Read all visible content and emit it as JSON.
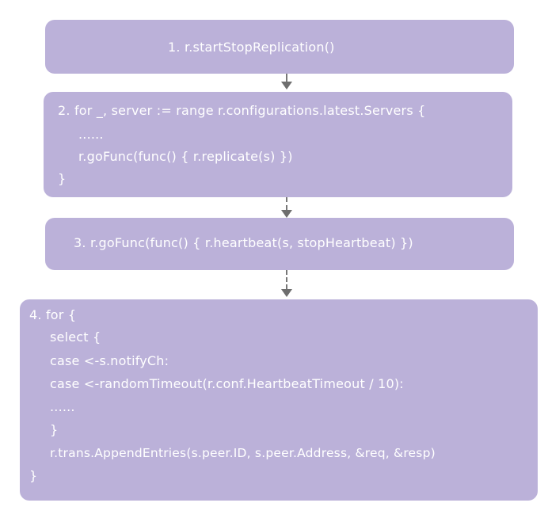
{
  "steps": [
    {
      "id": "step-1",
      "lines": [
        "1. r.startStopReplication()"
      ]
    },
    {
      "id": "step-2",
      "lines": [
        "2. for _, server := range r.configurations.latest.Servers {",
        "......",
        "r.goFunc(func() { r.replicate(s) })",
        "}"
      ]
    },
    {
      "id": "step-3",
      "lines": [
        "3. r.goFunc(func() { r.heartbeat(s, stopHeartbeat) })"
      ]
    },
    {
      "id": "step-4",
      "lines": [
        "4. for {",
        "select {",
        "case <-s.notifyCh:",
        "case <-randomTimeout(r.conf.HeartbeatTimeout / 10):",
        "......",
        "}",
        "r.trans.AppendEntries(s.peer.ID, s.peer.Address, &req, &resp)",
        "}"
      ]
    }
  ],
  "colors": {
    "box_fill": "#bbb1d9",
    "text": "#ffffff",
    "arrow": "#6e6e6e"
  }
}
